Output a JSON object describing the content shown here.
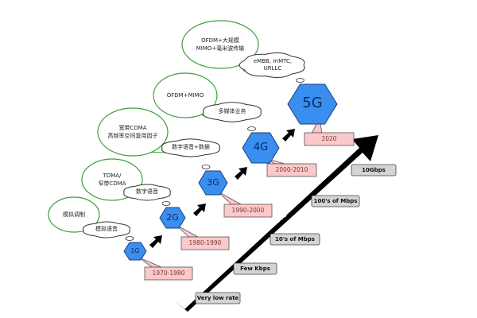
{
  "colors": {
    "hexagon_fill": "#3a8ef0",
    "hexagon_stroke": "#1b3f7a",
    "year_box_fill": "#fbc9c9",
    "rate_box_fill": "#d4d4d4",
    "ellipse_stroke": "#3aa03a",
    "arrow": "#000000"
  },
  "generations": [
    {
      "label": "1G",
      "years": "1970-1980",
      "technology": "模拟调制",
      "service": "模拟语音"
    },
    {
      "label": "2G",
      "years": "1980-1990",
      "technology": "TDMA/\n窄带CDMA",
      "service": "数字语音"
    },
    {
      "label": "3G",
      "years": "1990-2000",
      "technology": "宽带CDMA\n高频率空间复用因子",
      "service": "数字语音+数据"
    },
    {
      "label": "4G",
      "years": "2000-2010",
      "technology": "OFDM+MIMO",
      "service": "多媒体业务"
    },
    {
      "label": "5G",
      "years": "2020",
      "technology": "OFDM+大规模\nMIMO+毫米波传输",
      "service": "eMBB, mMTC,\nURLLC"
    }
  ],
  "data_rate_axis": {
    "title": "Data Rate",
    "levels": [
      "Very low rate",
      "Few Kbps",
      "10's of Mbps",
      "100's of Mbps",
      "10Gbps"
    ]
  }
}
